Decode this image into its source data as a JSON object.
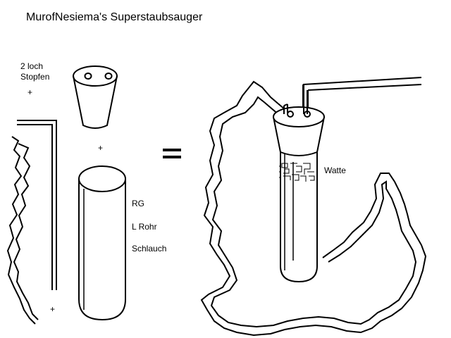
{
  "title": "MurofNesiema's Superstaubsauger",
  "stopper_label_line1": "2 loch",
  "stopper_label_line2": "Stopfen",
  "plus": "+",
  "equals": "=",
  "tube_labels": [
    "RG",
    "L Rohr",
    "Schlauch"
  ],
  "cotton_label": "Watte"
}
